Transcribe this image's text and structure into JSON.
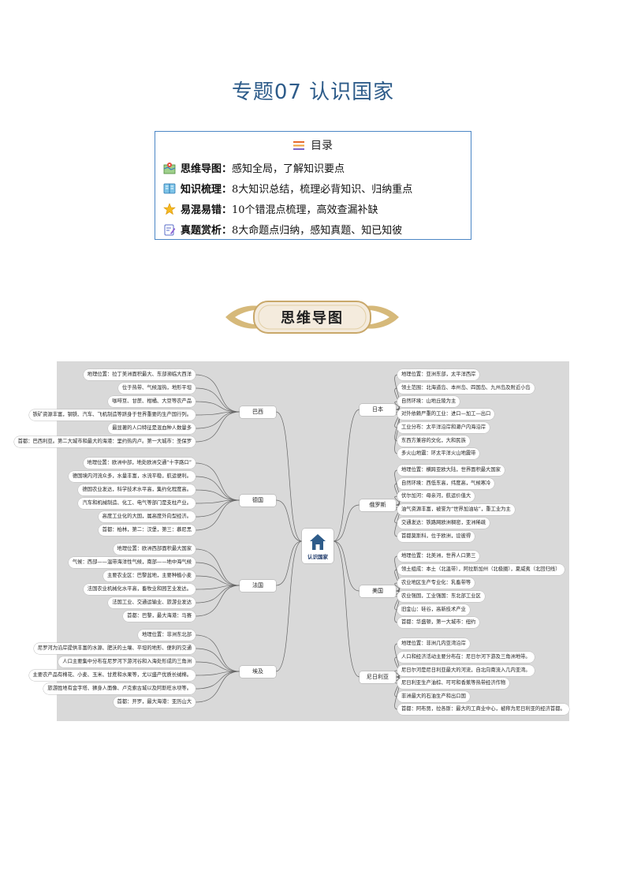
{
  "title": "专题07  认识国家",
  "toc": {
    "heading": "目录",
    "items": [
      {
        "label": "思维导图：",
        "desc": "感知全局，了解知识要点"
      },
      {
        "label": "知识梳理：",
        "desc": "8大知识总结，梳理必背知识、归纳重点"
      },
      {
        "label": "易混易错：",
        "desc": "10个错混点梳理，高效查漏补缺"
      },
      {
        "label": "真题赏析：",
        "desc": "8大命题点归纳，感知真题、知已知彼"
      }
    ]
  },
  "section_banner": "思维导图",
  "mindmap": {
    "center": "认识国家",
    "left": [
      {
        "country": "巴西",
        "facts": [
          "地理位置：拉丁美洲面积最大、东部濒临大西洋",
          "位于热带、气候湿热，地形平坦",
          "咖啡豆、甘蔗、柑橘、大豆等农产品",
          "铁矿资源丰富，钢铁、汽车、飞机制造等跻身于世界重要的生产国行列。",
          "最显著的人口特征是混血种人数量多",
          "首都：巴西利亚。第二大城市和最大的海港：里约热内卢。第一大城市：圣保罗"
        ]
      },
      {
        "country": "德国",
        "facts": [
          "地理位置：欧洲中部，地处欧洲交通“十字路口”",
          "德国境内河流众多，水量丰富，水流平稳，航运便利。",
          "德国农业发达，科学技术水平高，集约化程度高。",
          "汽车和机械制造、化工、电气等部门是支柱产业。",
          "高度工业化的大国，属高度外向型经济。",
          "首都：柏林，第二：汉堡，第三：慕尼黑"
        ]
      },
      {
        "country": "法国",
        "facts": [
          "地理位置：欧洲西部面积最大国家",
          "气候：西部——温带海洋性气候，南部——地中海气候",
          "主要农业区：巴黎盆地，主要种植小麦",
          "法国农业机械化水平高，畜牧业和园艺业发达。",
          "法国工业、交通运输业、旅游业发达",
          "首都：巴黎，最大海港：马赛"
        ]
      },
      {
        "country": "埃及",
        "facts": [
          "地理位置：非洲东北部",
          "尼罗河为沿岸提供丰富的水源、肥沃的土壤、平坦的地形、便利的交通",
          "人口主要集中分布在尼罗河下游河谷和入海处形成的三角洲",
          "主要农产品有棉花、小麦、玉米、甘蔗和水果等，尤以盛产优质长绒棉。",
          "旅游胜地有金字塔、狮身人面像、卢克索古城以及阿斯旺水坝等。",
          "首都：开罗，最大海港：亚历山大"
        ]
      }
    ],
    "right": [
      {
        "country": "日本",
        "facts": [
          "地理位置：亚洲东部，太平洋西岸",
          "领土范围：北海道岛、本州岛、四国岛、九州岛及附近小岛",
          "自然环境：山地丘陵为主",
          "对外依赖严重的工业：进口—加工—出口",
          "工业分布：太平洋沿岸和濑户内海沿岸",
          "东西方兼容的文化，大和民族",
          "多火山地震：环太平洋火山地震带"
        ]
      },
      {
        "country": "俄罗斯",
        "facts": [
          "地理位置：横跨亚欧大陆，世界面积最大国家",
          "自然环境：西低东高，纬度高，气候寒冷",
          "伏尔加河：母亲河，航运价值大",
          "油气资源丰富，被誉为“世界加油站”，重工业为主",
          "交通发达：铁路网欧洲稠密，亚洲稀疏",
          "首都莫斯科，位于欧洲，设彼得"
        ]
      },
      {
        "country": "美国",
        "facts": [
          "地理位置：北美洲，世界人口第三",
          "领土组成：本土（北温带），阿拉斯加州（北极圈），夏威夷（北回归线）",
          "农业地区生产专业化：乳畜带等",
          "农业强国，工业强国：东北部工业区",
          "旧金山：硅谷，高新技术产业",
          "首都：华盛顿，第一大城市：纽约"
        ]
      },
      {
        "country": "尼日利亚",
        "facts": [
          "地理位置：非洲几内亚湾沿岸",
          "人口和经济活动主要分布在：尼日尔河下游及三角洲地带。",
          "尼日尔河是尼日利亚最大的河流，自北向南流入几内亚湾。",
          "尼日利亚生产油棕、可可和香蕉等热带经济作物",
          "非洲最大的石油生产和出口国",
          "首都：阿布贾，拉各斯：最大的工商业中心，被称为尼日利亚的经济首都。"
        ]
      }
    ]
  }
}
